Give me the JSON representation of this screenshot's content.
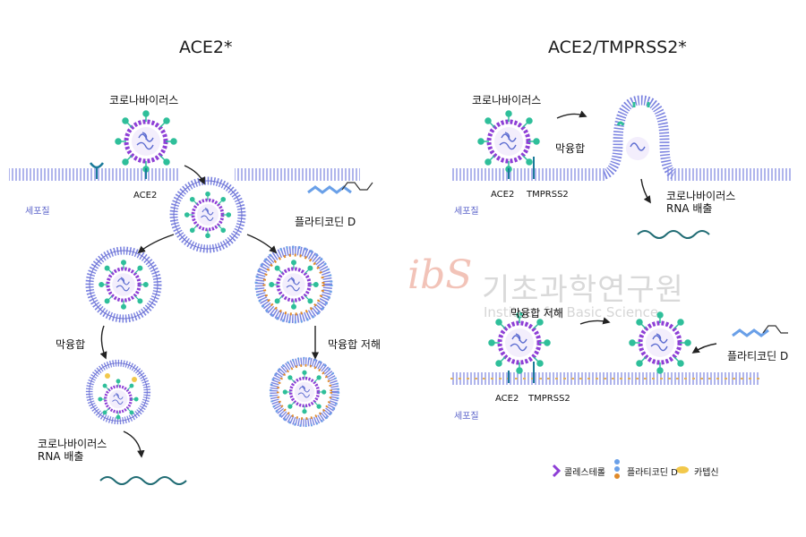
{
  "left": {
    "title": "ACE2*",
    "virus_label": "코로나바이러스",
    "receptor_label": "ACE2",
    "cytoplasm_label": "세포질",
    "drug_label": "플라티코딘 D",
    "fusion_label": "막융합",
    "inhibition_label": "막융합 저해",
    "rna_label": "코로나바이러스\nRNA 배출"
  },
  "right": {
    "title": "ACE2/TMPRSS2*",
    "virus_label": "코로나바이러스",
    "fusion_label": "막융합",
    "ace2_label": "ACE2",
    "tmprss2_label": "TMPRSS2",
    "rna_label": "코로나바이러스\nRNA 배출",
    "cytoplasm_label": "세포질",
    "inhibition_label": "막융합 저해",
    "drug_label": "플라티코딘 D",
    "ace2_label_2": "ACE2",
    "tmprss2_label_2": "TMPRSS2",
    "cytoplasm_label_2": "세포질"
  },
  "legend": {
    "cholesterol": "콜레스테롤",
    "platycodin": "플라티코딘 D",
    "capsaicin": "카텝신"
  },
  "watermark": {
    "logo": "ibS",
    "korean": "기초과학연구원",
    "english": "Institute for Basic Science"
  },
  "colors": {
    "membrane": "#7b83e0",
    "virus_core": "#8e3fd6",
    "spike": "#2fbf9a",
    "receptor": "#1a7a9a",
    "rna": "#1f6b73",
    "capsaicin": "#f2c84b",
    "platycodin_blue": "#6aa0e8",
    "platycodin_orange": "#e08a2a"
  }
}
